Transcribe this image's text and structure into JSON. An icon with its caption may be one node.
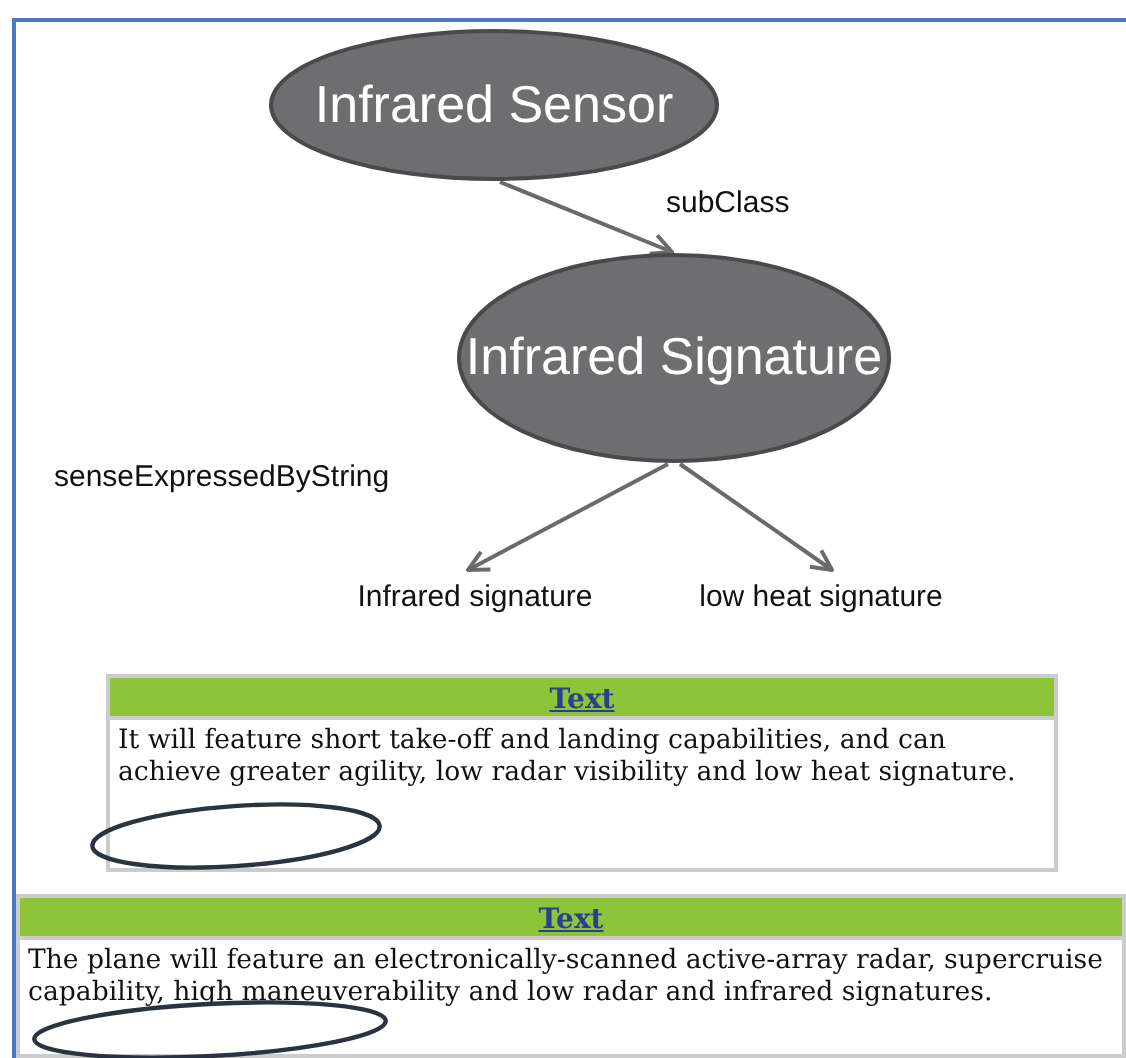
{
  "diagram": {
    "nodes": [
      {
        "text": [
          "Infrared Sensor"
        ]
      },
      {
        "text": [
          "Infrared Signature"
        ]
      },
      {
        "text": [
          "Infrared signature"
        ]
      },
      {
        "text": [
          "low heat signature"
        ]
      },
      {
        "text": [
          "Text",
          "It will feature short take-off and landing capabilities, and can achieve greater agility, low radar visibility and low heat signature."
        ]
      },
      {
        "text": [
          "Text",
          "The plane will feature an electronically-scanned active-array radar, supercruise capability, high maneuverability and low radar and infrared signatures."
        ]
      }
    ],
    "edges": [
      {
        "from": 0,
        "to": 1,
        "arrow": "to",
        "label": "subClass"
      },
      {
        "from": 1,
        "to": 2,
        "arrow": "to"
      },
      {
        "from": 1,
        "to": 3,
        "arrow": "to"
      }
    ],
    "labels": [
      "senseExpressedByString"
    ]
  }
}
